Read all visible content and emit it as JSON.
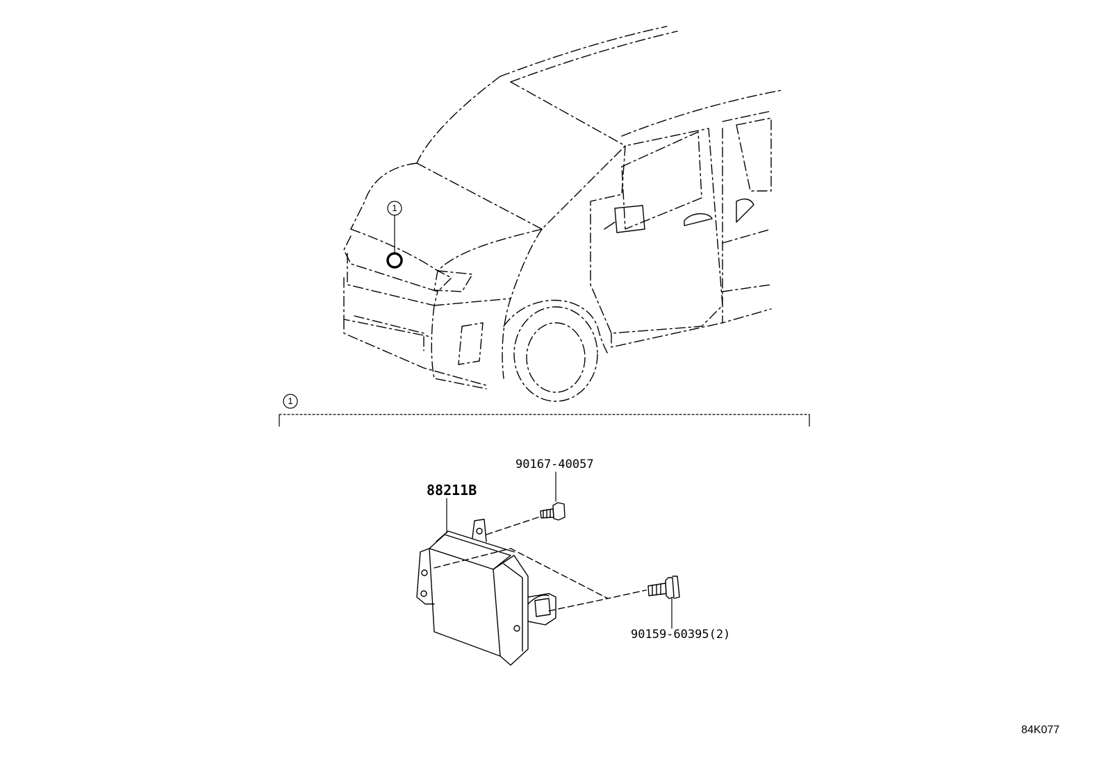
{
  "callouts": {
    "marker": "1",
    "section_marker": "1"
  },
  "parts": {
    "main_part": "88211B",
    "screw_top": "90167-40057",
    "bolt_right": "90159-60395(2)"
  },
  "figure_ref": "84K077",
  "colors": {
    "line": "#000000",
    "background": "#ffffff"
  },
  "icons": [
    "van-outline",
    "radar-sensor-unit",
    "screw",
    "bolt"
  ]
}
